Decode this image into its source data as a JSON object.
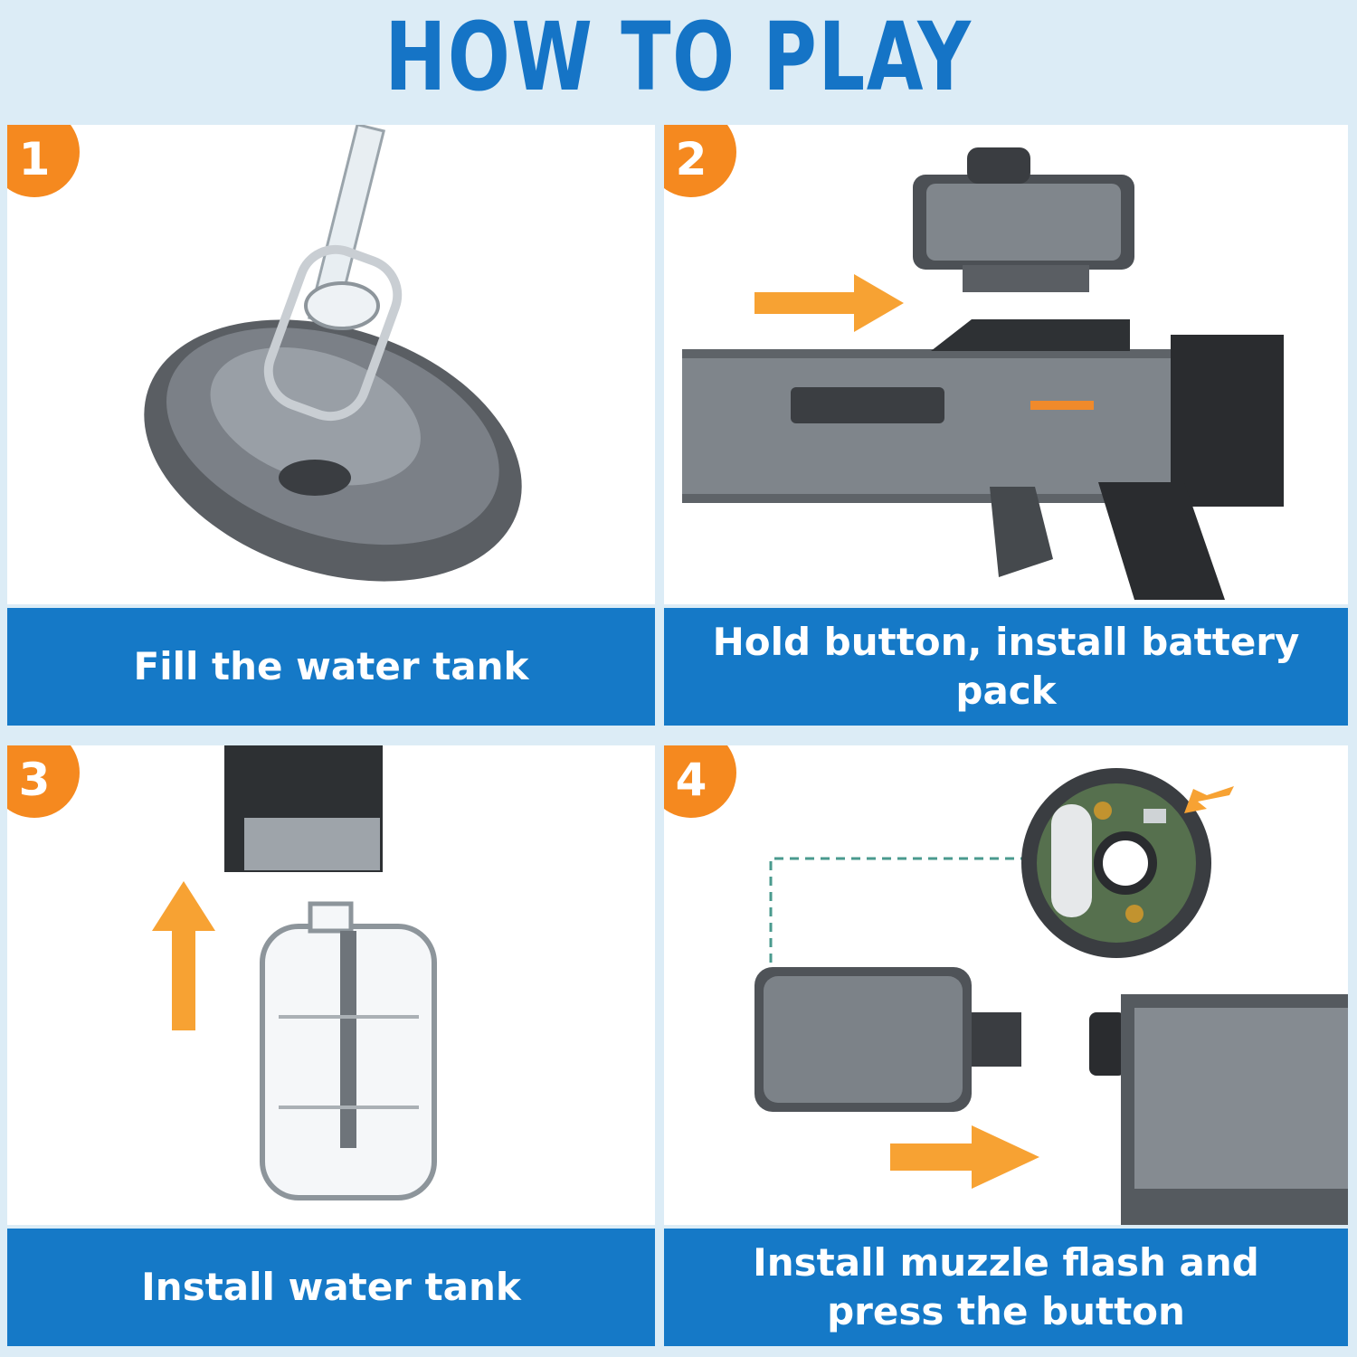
{
  "title": "HOW TO PLAY",
  "steps": [
    {
      "number": "1",
      "caption": "Fill the water tank"
    },
    {
      "number": "2",
      "caption": "Hold button, install battery pack"
    },
    {
      "number": "3",
      "caption": "Install water tank"
    },
    {
      "number": "4",
      "caption": "Install muzzle flash and press the button"
    }
  ],
  "colors": {
    "title": "#1574c6",
    "badge": "#f5891f",
    "caption_bar": "#1579c7",
    "arrow": "#f7a233"
  }
}
